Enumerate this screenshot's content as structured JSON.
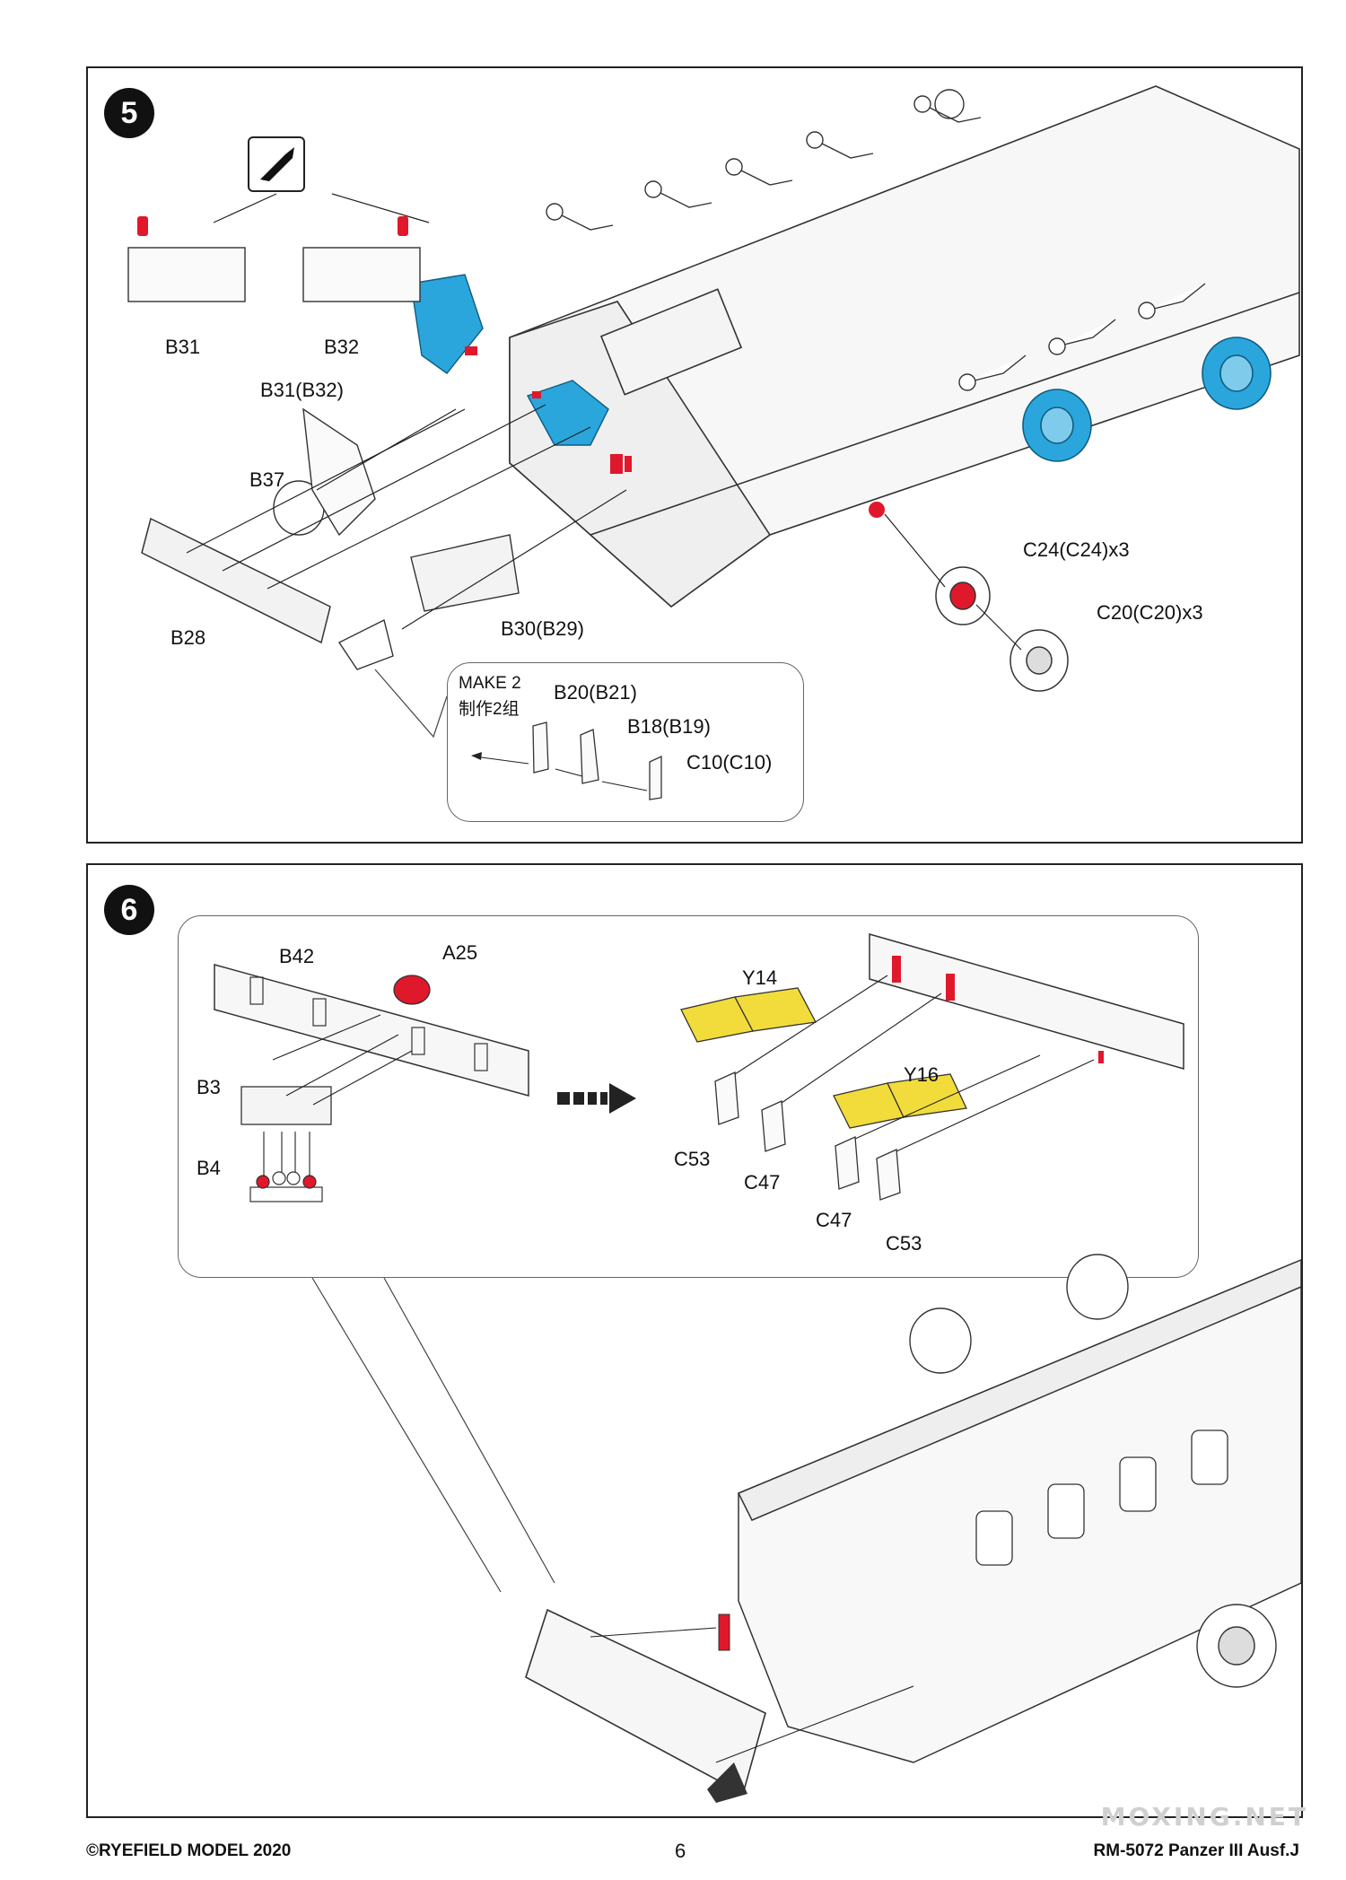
{
  "step5": {
    "number": "5",
    "labels": {
      "b31": "B31",
      "b32": "B32",
      "b31_b32": "B31(B32)",
      "b37": "B37",
      "b28": "B28",
      "b30_b29": "B30(B29)",
      "c24": "C24(C24)x3",
      "c20": "C20(C20)x3"
    },
    "callout": {
      "make2": "MAKE 2",
      "make2_cn": "制作2组",
      "b20_b21": "B20(B21)",
      "b18_b19": "B18(B19)",
      "c10_c10": "C10(C10)"
    },
    "icons": [
      "hobby-knife-icon"
    ]
  },
  "step6": {
    "number": "6",
    "labels": {
      "b42": "B42",
      "a25": "A25",
      "b3": "B3",
      "b4": "B4",
      "y14": "Y14",
      "y16": "Y16",
      "c53_a": "C53",
      "c47_a": "C47",
      "c47_b": "C47",
      "c53_b": "C53"
    }
  },
  "colors": {
    "highlight_blue": "#2aa6dc",
    "glue_red": "#e0182b",
    "photo_etch_yellow": "#f2dc3b"
  },
  "footer": {
    "copyright": "©RYEFIELD MODEL 2020",
    "page": "6",
    "product": "RM-5072 Panzer III Ausf.J"
  },
  "watermark": "MOXING.NET"
}
